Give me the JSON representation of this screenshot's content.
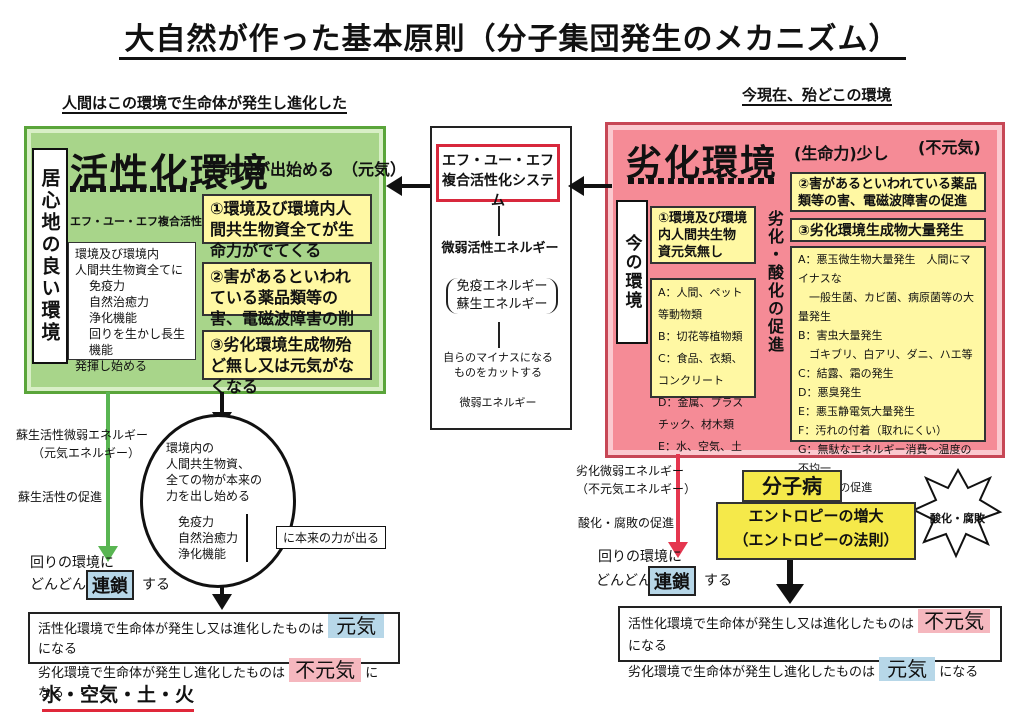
{
  "title": "大自然が作った基本原則（分子集団発生のメカニズム）",
  "left_caption": "人間はこの環境で生命体が発生し進化した",
  "right_caption": "今現在、殆どこの環境",
  "left": {
    "vertical_label": "居心地の良い環境",
    "big_title": "活性化環境",
    "subtitle": "生命力が出始める　（元気）",
    "system_label": "エフ・ユー・エフ複合活性化システム",
    "item1": "①環境及び環境内人間共生物資全てが生命力がでてくる",
    "item2": "②害があるといわれている薬品類等の害、電磁波障害の削減",
    "item3": "③劣化環境生成物殆ど無し又は元気がなくなる",
    "white_lines": [
      "環境及び環境内",
      "人間共生物資全てに",
      "免疫力",
      "自然治癒力",
      "浄化機能",
      "回りを生かし長生機能",
      "発揮し始める"
    ],
    "side_energy": [
      "蘇生活性微弱エネルギー",
      "（元気エネルギー）"
    ],
    "side_promote": "蘇生活性の促進",
    "oval_lines": [
      "環境内の",
      "人間共生物資、",
      "全ての物が本来の",
      "力を出し始める"
    ],
    "oval_sub": [
      "免疫力",
      "自然治癒力",
      "浄化機能"
    ],
    "oval_note": "に本来の力が出る",
    "chain_pre1": "回りの環境に",
    "chain_pre2": "どんどん",
    "chain_word": "連鎖",
    "chain_post": "する",
    "result1_a": "活性化環境で生命体が発生し又は進化したものは",
    "result1_b": "元気",
    "result1_c": "になる",
    "result2_a": "劣化環境で生命体が発生し進化したものは",
    "result2_b": "不元気",
    "result2_c": "になる",
    "footer": "水・空気・土・火"
  },
  "center": {
    "system": [
      "エフ・ユー・エフ",
      "複合活性化システム"
    ],
    "energy": "微弱活性エネルギー",
    "paren": [
      "免疫エネルギー",
      "蘇生エネルギー"
    ],
    "cut": [
      "自らのマイナスになる",
      "ものをカットする"
    ],
    "weak": "微弱エネルギー"
  },
  "right": {
    "vertical_label": "今の環境",
    "vertical_promote": "劣化・酸化の促進",
    "big_title": "劣化環境",
    "subtitle_a": "(生命力)少し",
    "subtitle_b": "(不元気)",
    "item1": "①環境及び環境内人間共生物資元気無し",
    "item2": "②害があるといわれている薬品類等の害、電磁波障害の促進",
    "item3": "③劣化環境生成物大量発生",
    "list_left": [
      "A：人間、ペット等動物類",
      "B：切花等植物類",
      "C：食品、衣類、コンクリート",
      "D：金属、プラスチック、材木類",
      "E：水、空気、土"
    ],
    "list_right": [
      "A：悪玉微生物大量発生　人間にマイナスな",
      "　一般生菌、カビ菌、病原菌等の大量発生",
      "B：害虫大量発生",
      "　ゴキブリ、白アリ、ダニ、ハエ等",
      "C：結露、霜の発生",
      "D：悪臭発生",
      "E：悪玉静電気大量発生",
      "F：汚れの付着（取れにくい）",
      "G：無駄なエネルギー消費～温度の不均一",
      "H：酸化の促進"
    ],
    "side_energy": [
      "劣化微弱エネルギー",
      "（不元気エネルギー）"
    ],
    "side_promote": "酸化・腐敗の促進",
    "disease": "分子病",
    "entropy1": "エントロピーの増大",
    "entropy2": "（エントロピーの法則）",
    "burst": "酸化・腐敗",
    "chain_pre1": "回りの環境に",
    "chain_pre2": "どんどん",
    "chain_word": "連鎖",
    "chain_post": "する",
    "result1_a": "活性化環境で生命体が発生し又は進化したものは",
    "result1_b": "不元気",
    "result1_c": "になる",
    "result2_a": "劣化環境で生命体が発生し進化したものは",
    "result2_b": "元気",
    "result2_c": "になる"
  }
}
